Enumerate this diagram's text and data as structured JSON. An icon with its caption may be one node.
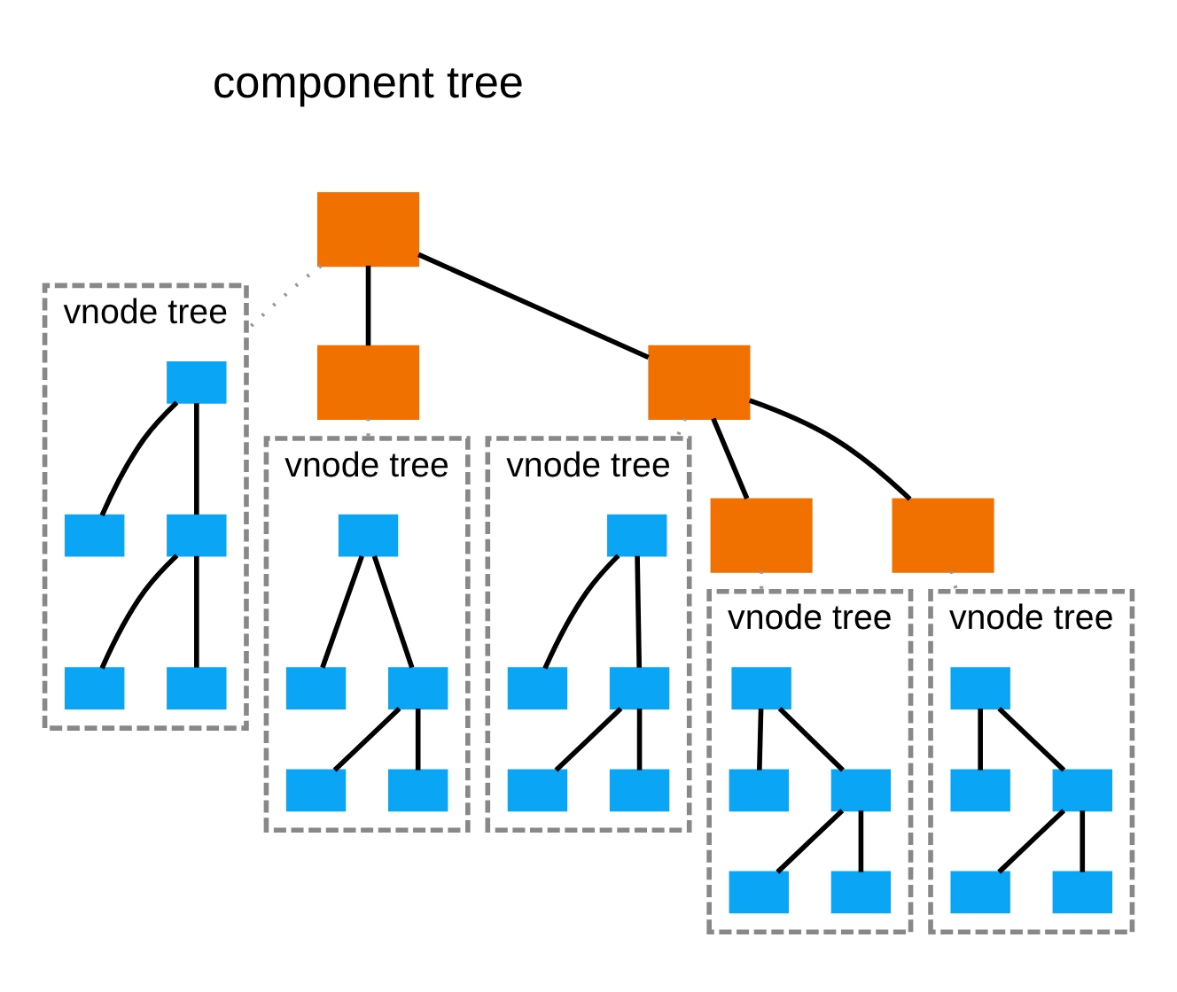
{
  "diagram": {
    "nodes": [
      {
        "text": [],
        "shape": "box"
      },
      {
        "text": [],
        "shape": "box"
      },
      {
        "text": [],
        "shape": "box"
      },
      {
        "text": [],
        "shape": "box"
      },
      {
        "text": [],
        "shape": "box"
      },
      {
        "text": [
          "vnode tree"
        ]
      },
      {
        "text": [],
        "shape": "box",
        "in": 5
      },
      {
        "text": [],
        "shape": "box",
        "in": 5
      },
      {
        "text": [],
        "shape": "box",
        "in": 5
      },
      {
        "text": [],
        "shape": "box",
        "in": 5
      },
      {
        "text": [],
        "shape": "box",
        "in": 5
      },
      {
        "text": [
          "vnode tree"
        ]
      },
      {
        "text": [],
        "shape": "box",
        "in": 11
      },
      {
        "text": [],
        "shape": "box",
        "in": 11
      },
      {
        "text": [],
        "shape": "box",
        "in": 11
      },
      {
        "text": [],
        "shape": "box",
        "in": 11
      },
      {
        "text": [],
        "shape": "box",
        "in": 11
      },
      {
        "text": [
          "vnode tree"
        ]
      },
      {
        "text": [],
        "shape": "box",
        "in": 17
      },
      {
        "text": [],
        "shape": "box",
        "in": 17
      },
      {
        "text": [],
        "shape": "box",
        "in": 17
      },
      {
        "text": [],
        "shape": "box",
        "in": 17
      },
      {
        "text": [],
        "shape": "box",
        "in": 17
      },
      {
        "text": [
          "vnode tree"
        ]
      },
      {
        "text": [],
        "shape": "box",
        "in": 23
      },
      {
        "text": [],
        "shape": "box",
        "in": 23
      },
      {
        "text": [],
        "shape": "box",
        "in": 23
      },
      {
        "text": [],
        "shape": "box",
        "in": 23
      },
      {
        "text": [],
        "shape": "box",
        "in": 23
      },
      {
        "text": [
          "vnode tree"
        ]
      },
      {
        "text": [],
        "shape": "box",
        "in": 29
      },
      {
        "text": [],
        "shape": "box",
        "in": 29
      },
      {
        "text": [],
        "shape": "box",
        "in": 29
      },
      {
        "text": [],
        "shape": "box",
        "in": 29
      },
      {
        "text": [],
        "shape": "box",
        "in": 29
      }
    ],
    "edges": [
      {
        "from": 0,
        "to": 1,
        "arrow": "none"
      },
      {
        "from": 0,
        "to": 2,
        "arrow": "none"
      },
      {
        "from": 2,
        "to": 3,
        "arrow": "none"
      },
      {
        "from": 2,
        "to": 4,
        "arrow": "none"
      },
      {
        "from": 6,
        "to": 7,
        "arrow": "none"
      },
      {
        "from": 6,
        "to": 8,
        "arrow": "none"
      },
      {
        "from": 8,
        "to": 9,
        "arrow": "none"
      },
      {
        "from": 8,
        "to": 10,
        "arrow": "none"
      },
      {
        "from": 12,
        "to": 13,
        "arrow": "none"
      },
      {
        "from": 12,
        "to": 14,
        "arrow": "none"
      },
      {
        "from": 14,
        "to": 15,
        "arrow": "none"
      },
      {
        "from": 14,
        "to": 16,
        "arrow": "none"
      },
      {
        "from": 18,
        "to": 19,
        "arrow": "none"
      },
      {
        "from": 18,
        "to": 20,
        "arrow": "none"
      },
      {
        "from": 20,
        "to": 21,
        "arrow": "none"
      },
      {
        "from": 20,
        "to": 22,
        "arrow": "none"
      },
      {
        "from": 24,
        "to": 25,
        "arrow": "none"
      },
      {
        "from": 24,
        "to": 26,
        "arrow": "none"
      },
      {
        "from": 26,
        "to": 27,
        "arrow": "none"
      },
      {
        "from": 26,
        "to": 28,
        "arrow": "none"
      },
      {
        "from": 30,
        "to": 31,
        "arrow": "none"
      },
      {
        "from": 30,
        "to": 32,
        "arrow": "none"
      },
      {
        "from": 32,
        "to": 33,
        "arrow": "none"
      },
      {
        "from": 32,
        "to": 34,
        "arrow": "none"
      },
      {
        "from": 0,
        "to": 5,
        "arrow": "none",
        "style": "dashed",
        "color": "#999999"
      },
      {
        "from": 1,
        "to": 11,
        "arrow": "none",
        "style": "dashed",
        "color": "#999999"
      },
      {
        "from": 2,
        "to": 17,
        "arrow": "none",
        "style": "dashed",
        "color": "#999999"
      },
      {
        "from": 3,
        "to": 23,
        "arrow": "none",
        "style": "dashed",
        "color": "#999999"
      },
      {
        "from": 4,
        "to": 29,
        "arrow": "none",
        "style": "dashed",
        "color": "#999999"
      }
    ],
    "labels": [
      "component tree"
    ]
  }
}
